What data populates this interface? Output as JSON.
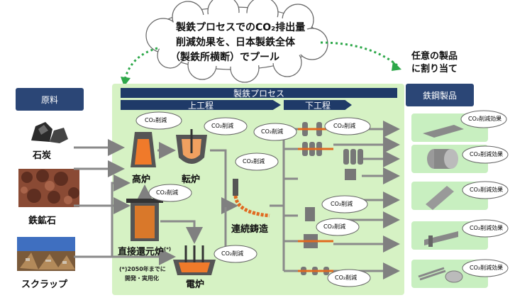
{
  "cloud_main": {
    "line1": "製鉄プロセスでのCO₂排出量",
    "line2": "削減効果を、日本製鉄全体",
    "line3": "（製鉄所横断）でプール"
  },
  "allocation_note": {
    "line1": "任意の製品",
    "line2": "に割り当て"
  },
  "raw_materials": {
    "header": "原料",
    "coal": "石炭",
    "iron_ore": "鉄鉱石",
    "scrap": "スクラップ"
  },
  "process": {
    "header": "製鉄プロセス",
    "upstream": "上工程",
    "downstream": "下工程",
    "blast_furnace": "高炉",
    "converter": "転炉",
    "direct_reduction": "直接還元炉",
    "direct_reduction_mark": "(*)",
    "continuous_casting": "連続鋳造",
    "electric_furnace": "電炉",
    "footnote_line1": "(*)2050年までに",
    "footnote_line2": "開発・実用化"
  },
  "co2_reduction_label": "CO₂削減",
  "products": {
    "header": "鉄鋼製品",
    "effect_label": "CO₂削減効果"
  },
  "colors": {
    "navy": "#1f3a68",
    "panel_green": "#d6f2c4",
    "product_green": "#c8efc0",
    "arrow_green": "#2ea84a",
    "arrow_gray": "#808080"
  }
}
